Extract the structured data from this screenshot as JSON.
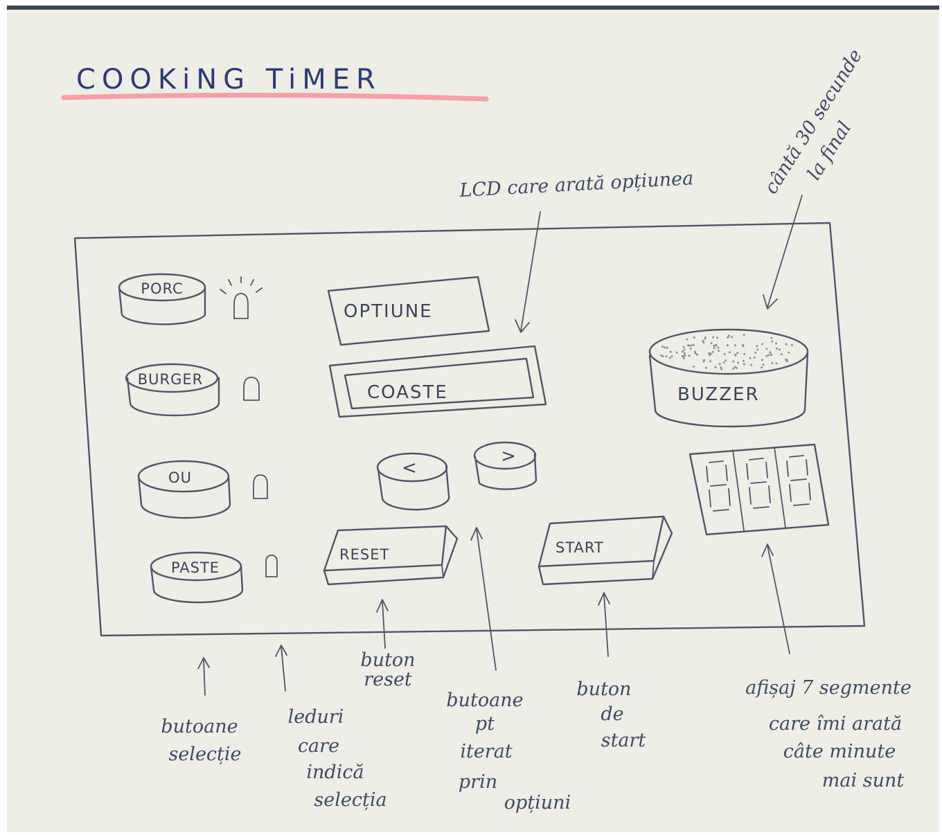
{
  "title": "COOKiNG TiMER",
  "colors": {
    "ink": "#4e5668",
    "title_ink": "#2e3a78",
    "underline": "#f4a0a6",
    "paper": "#eeeee6"
  },
  "selection_buttons": [
    "PORC",
    "BURGER",
    "OU",
    "PASTE"
  ],
  "lcd": {
    "option_label": "OPTIUNE",
    "display_text": "COASTE"
  },
  "nav_buttons": [
    "<",
    ">"
  ],
  "reset_button": "RESET",
  "start_button": "START",
  "buzzer": "BUZZER",
  "seven_segment_digits": 3,
  "annotations": {
    "lcd_note": "LCD care arată opțiunea",
    "buzzer_note_line1": "cântă 30 secunde",
    "buzzer_note_line2": "la final",
    "selection_buttons_note": [
      "butoane",
      "selecție"
    ],
    "leds_note": [
      "leduri",
      "care",
      "indică",
      "selecția"
    ],
    "reset_note": [
      "buton",
      "reset"
    ],
    "iterate_note": [
      "butoane",
      "pt",
      "iterat",
      "prin",
      "opțiuni"
    ],
    "start_note": [
      "buton",
      "de",
      "start"
    ],
    "display_note": [
      "afișaj 7 segmente",
      "care îmi arată",
      "câte minute",
      "mai sunt"
    ]
  }
}
